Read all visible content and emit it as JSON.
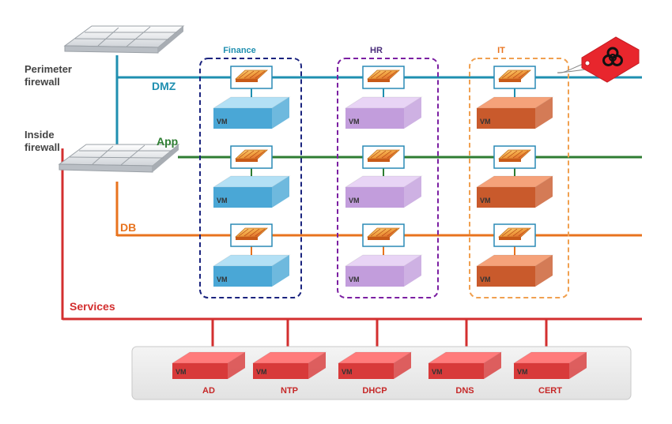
{
  "firewalls": {
    "perimeter": "Perimeter\nfirewall",
    "inside": "Inside\nfirewall"
  },
  "networks": [
    {
      "key": "dmz",
      "label": "DMZ",
      "color": "#1f8fb0"
    },
    {
      "key": "app",
      "label": "App",
      "color": "#2e7d32"
    },
    {
      "key": "db",
      "label": "DB",
      "color": "#e8731e"
    },
    {
      "key": "services",
      "label": "Services",
      "color": "#d32f2f"
    }
  ],
  "groups": [
    {
      "label": "Finance",
      "label_color": "#1f8fb0",
      "border_color": "#1a237e",
      "vm_color": "blue"
    },
    {
      "label": "HR",
      "label_color": "#4a2d7a",
      "border_color": "#7b1fa2",
      "vm_color": "purple"
    },
    {
      "label": "IT",
      "label_color": "#e8731e",
      "border_color": "#f0a050",
      "vm_color": "orange"
    }
  ],
  "vm_label": "VM",
  "services": [
    {
      "name": "AD"
    },
    {
      "name": "NTP"
    },
    {
      "name": "DHCP"
    },
    {
      "name": "DNS"
    },
    {
      "name": "CERT"
    }
  ],
  "hazard_icon": "biohazard-icon",
  "colors": {
    "blue_top": "#b3e0f5",
    "blue_side": "#4aa7d6",
    "purple_top": "#e8d4f5",
    "purple_side": "#c29ddc",
    "orange_top": "#f5a27a",
    "orange_side": "#c95a2c",
    "red_top": "#ff7b7b",
    "red_side": "#d83a3a",
    "tag": "#e8262d"
  }
}
